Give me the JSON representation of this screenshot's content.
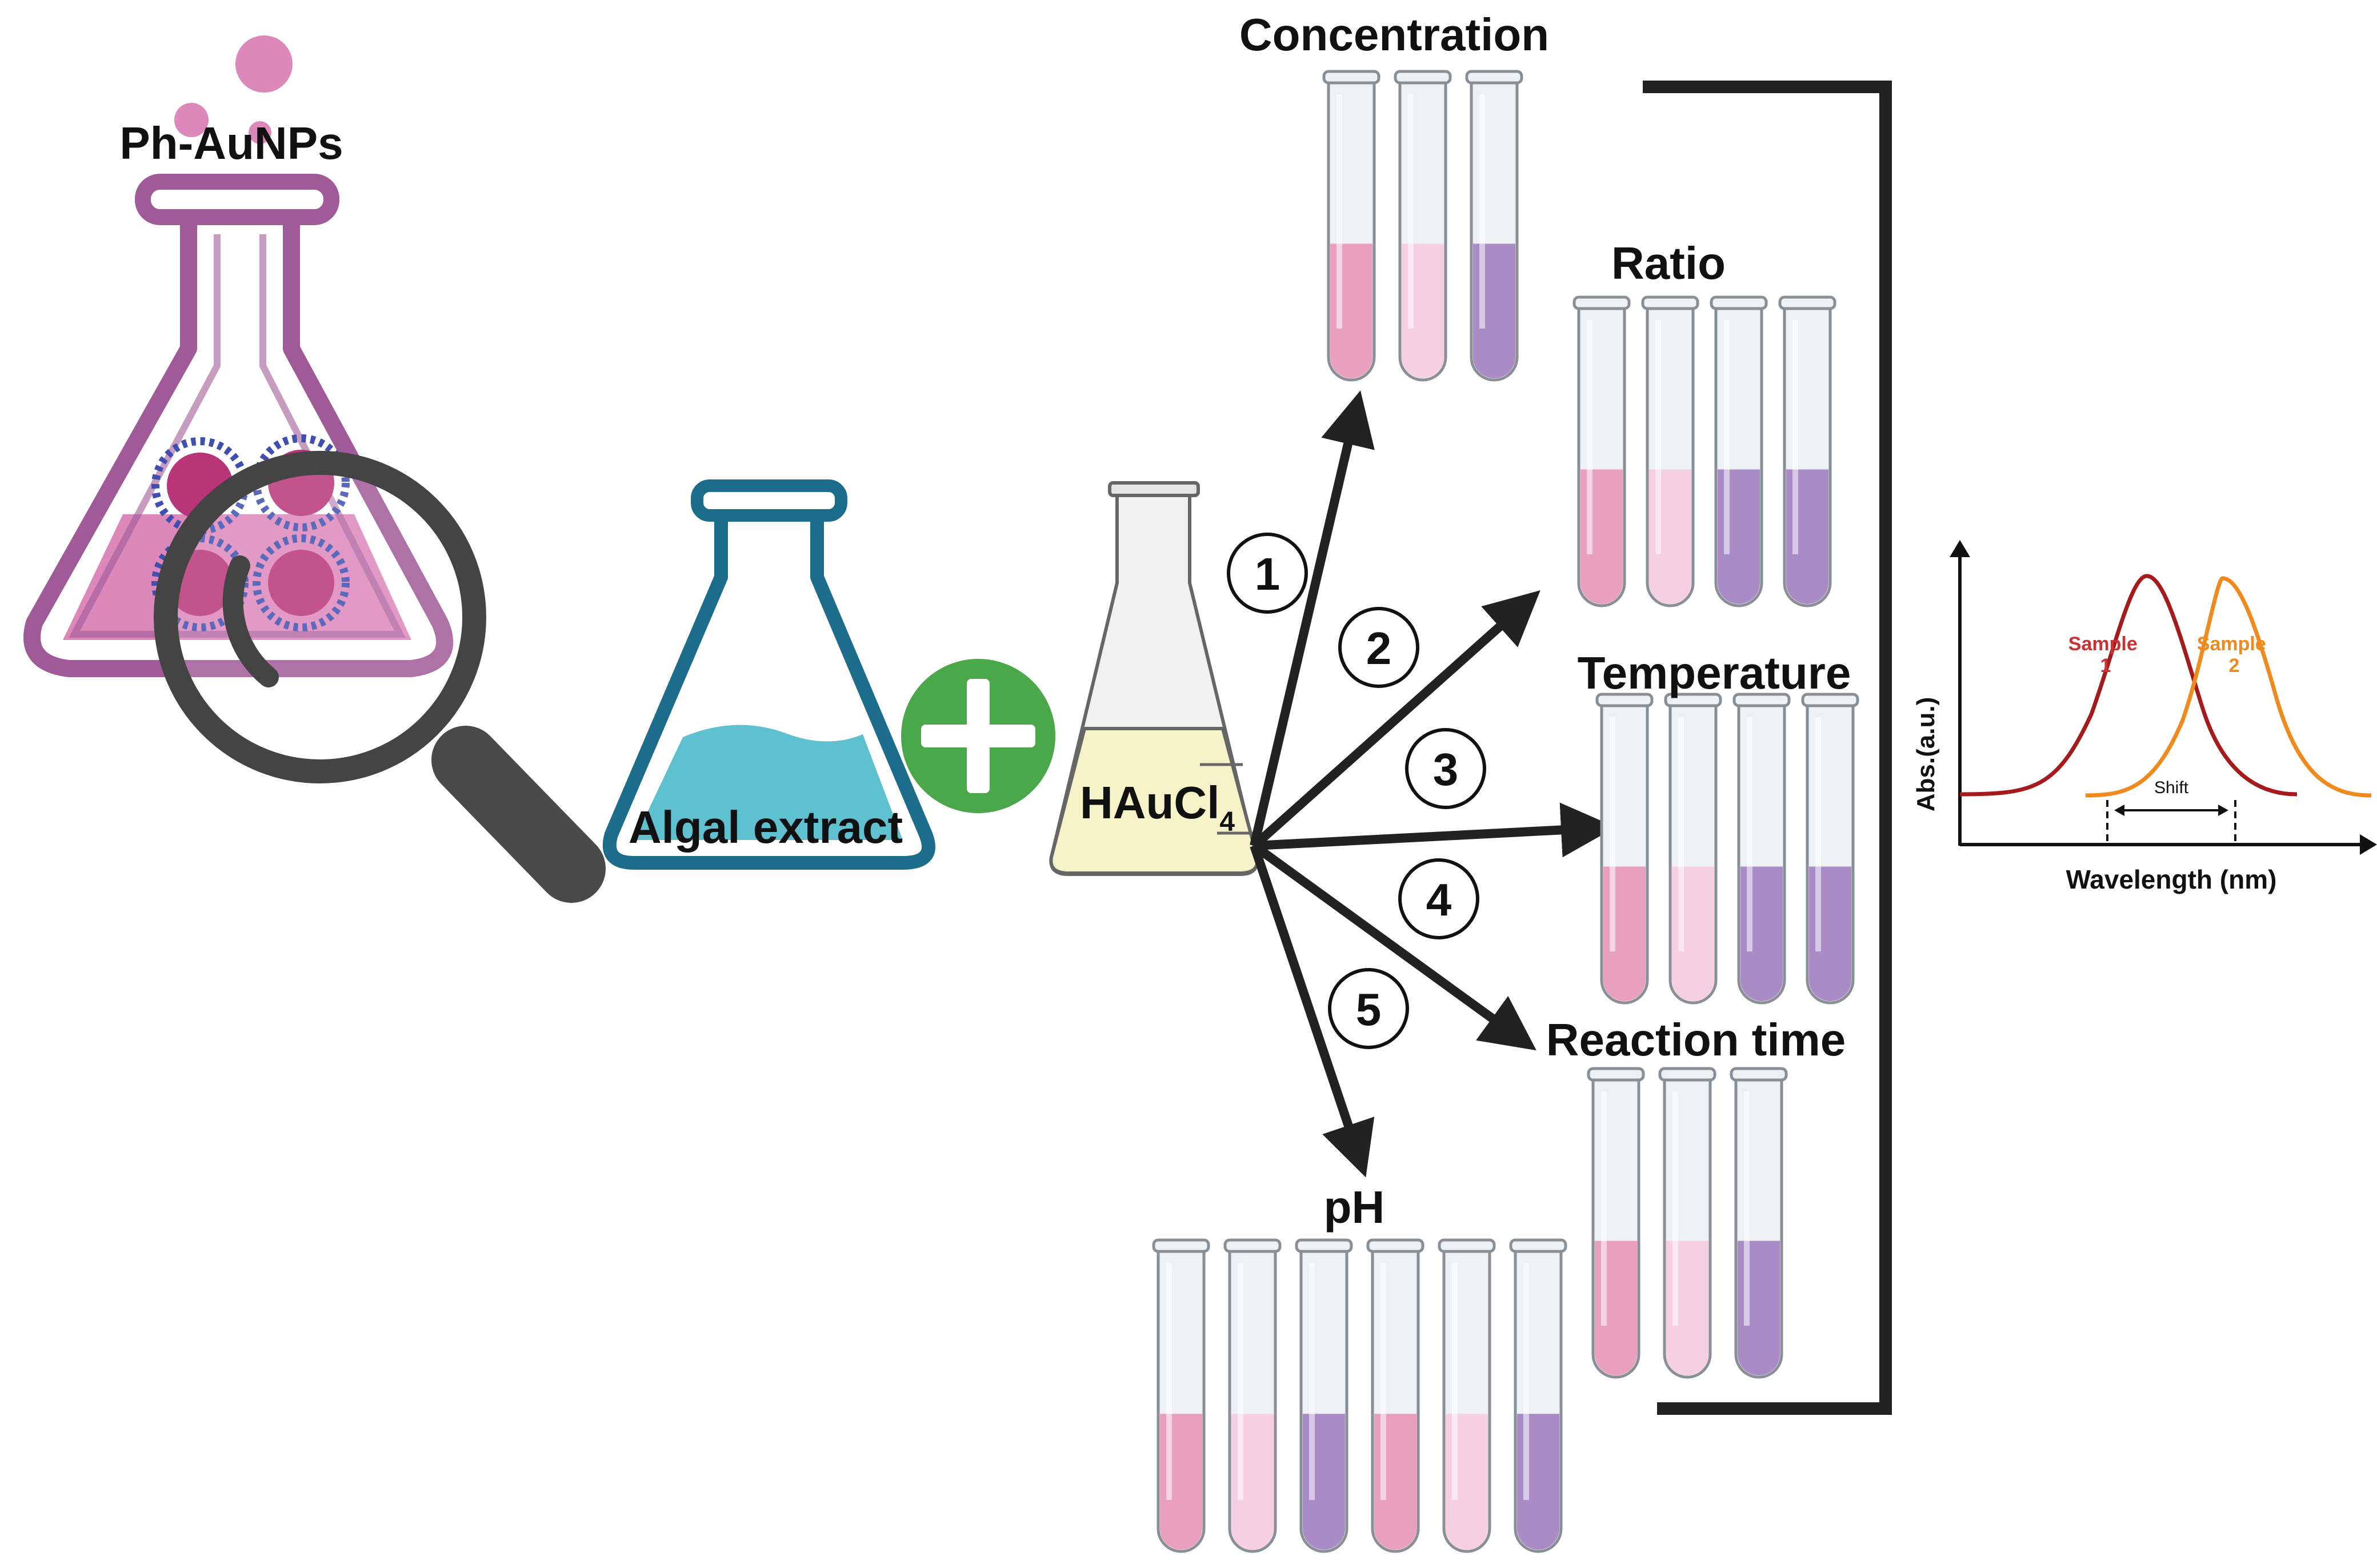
{
  "labels": {
    "ph_aunps": "Ph-AuNPs",
    "algal_extract": "Algal extract",
    "haucl4_main": "HAuCl",
    "haucl4_sub": "4"
  },
  "groups": [
    {
      "id": "concentration",
      "label": "Concentration",
      "colors": [
        "#e8a0bc",
        "#f6cfe0",
        "#a98bc6"
      ]
    },
    {
      "id": "ratio",
      "label": "Ratio",
      "colors": [
        "#e8a0bc",
        "#f6cfe0",
        "#a98bc6",
        "#a98bc6"
      ]
    },
    {
      "id": "temperature",
      "label": "Temperature",
      "colors": [
        "#e8a0bc",
        "#f6cfe0",
        "#a98bc6",
        "#a98bc6"
      ]
    },
    {
      "id": "reaction-time",
      "label": "Reaction time",
      "colors": [
        "#e8a0bc",
        "#f6cfe0",
        "#a98bc6"
      ]
    },
    {
      "id": "ph",
      "label": "pH",
      "colors": [
        "#e8a0bc",
        "#f6cfe0",
        "#a98bc6",
        "#e8a0bc",
        "#f6cfe0",
        "#a98bc6"
      ]
    }
  ],
  "steps": [
    "1",
    "2",
    "3",
    "4",
    "5"
  ],
  "spectrum": {
    "ylabel": "Abs.(a.u.)",
    "xlabel": "Wavelength (nm)",
    "sample1_line1": "Sample",
    "sample1_line2": "1",
    "sample2_line1": "Sample",
    "sample2_line2": "2",
    "shift": "Shift",
    "sample1_color": "#a51b1b",
    "sample2_color": "#f08a1c"
  },
  "colors": {
    "flask_purple": "#a05a98",
    "flask_fill": "#dd88bb",
    "algal_blue": "#1c6c8c",
    "algal_liquid": "#5fc0d0",
    "plus_green": "#4aa84a",
    "haucl4_liquid": "#f6f3c8",
    "arrow": "#222222"
  }
}
